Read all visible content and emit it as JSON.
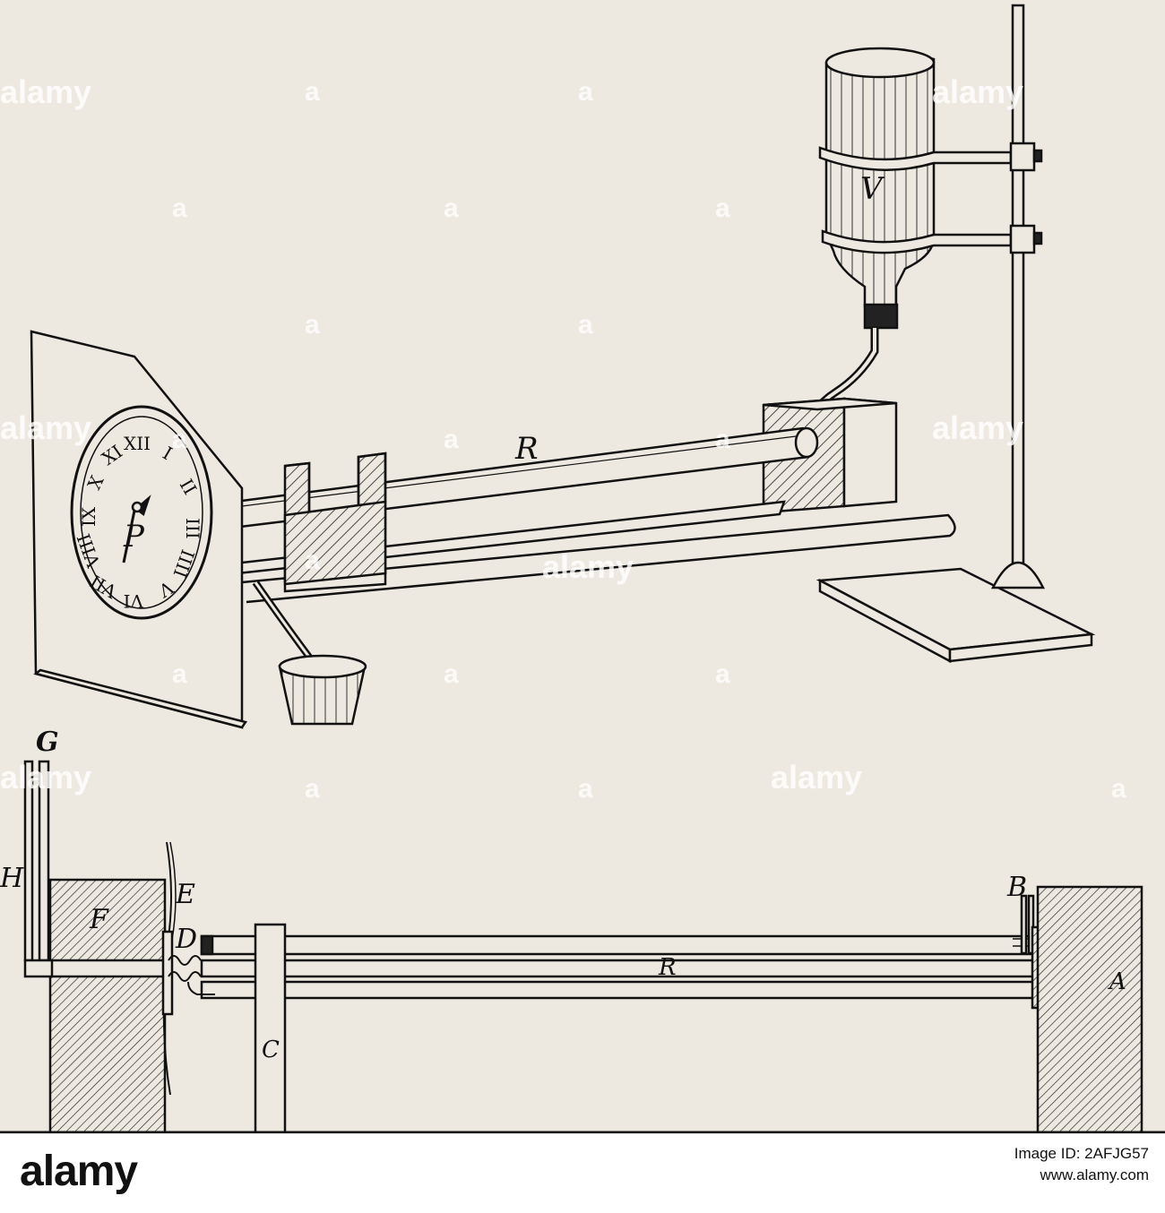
{
  "diagram": {
    "perspective_labels": {
      "reservoir": "V",
      "tube": "R",
      "dial_pointer": "P"
    },
    "dial_numerals": [
      "XII",
      "I",
      "II",
      "III",
      "IIII",
      "V",
      "VI",
      "VII",
      "VIII",
      "IX",
      "X",
      "XI"
    ],
    "section_labels": {
      "g": "G",
      "h": "H",
      "f": "F",
      "e": "E",
      "d": "D",
      "tube": "R",
      "c": "C",
      "b": "B",
      "a": "A"
    }
  },
  "watermark": {
    "text": "alamy",
    "small_text": "a"
  },
  "footer": {
    "logo": "alamy",
    "image_id_label": "Image ID: 2AFJG57",
    "site": "www.alamy.com"
  }
}
